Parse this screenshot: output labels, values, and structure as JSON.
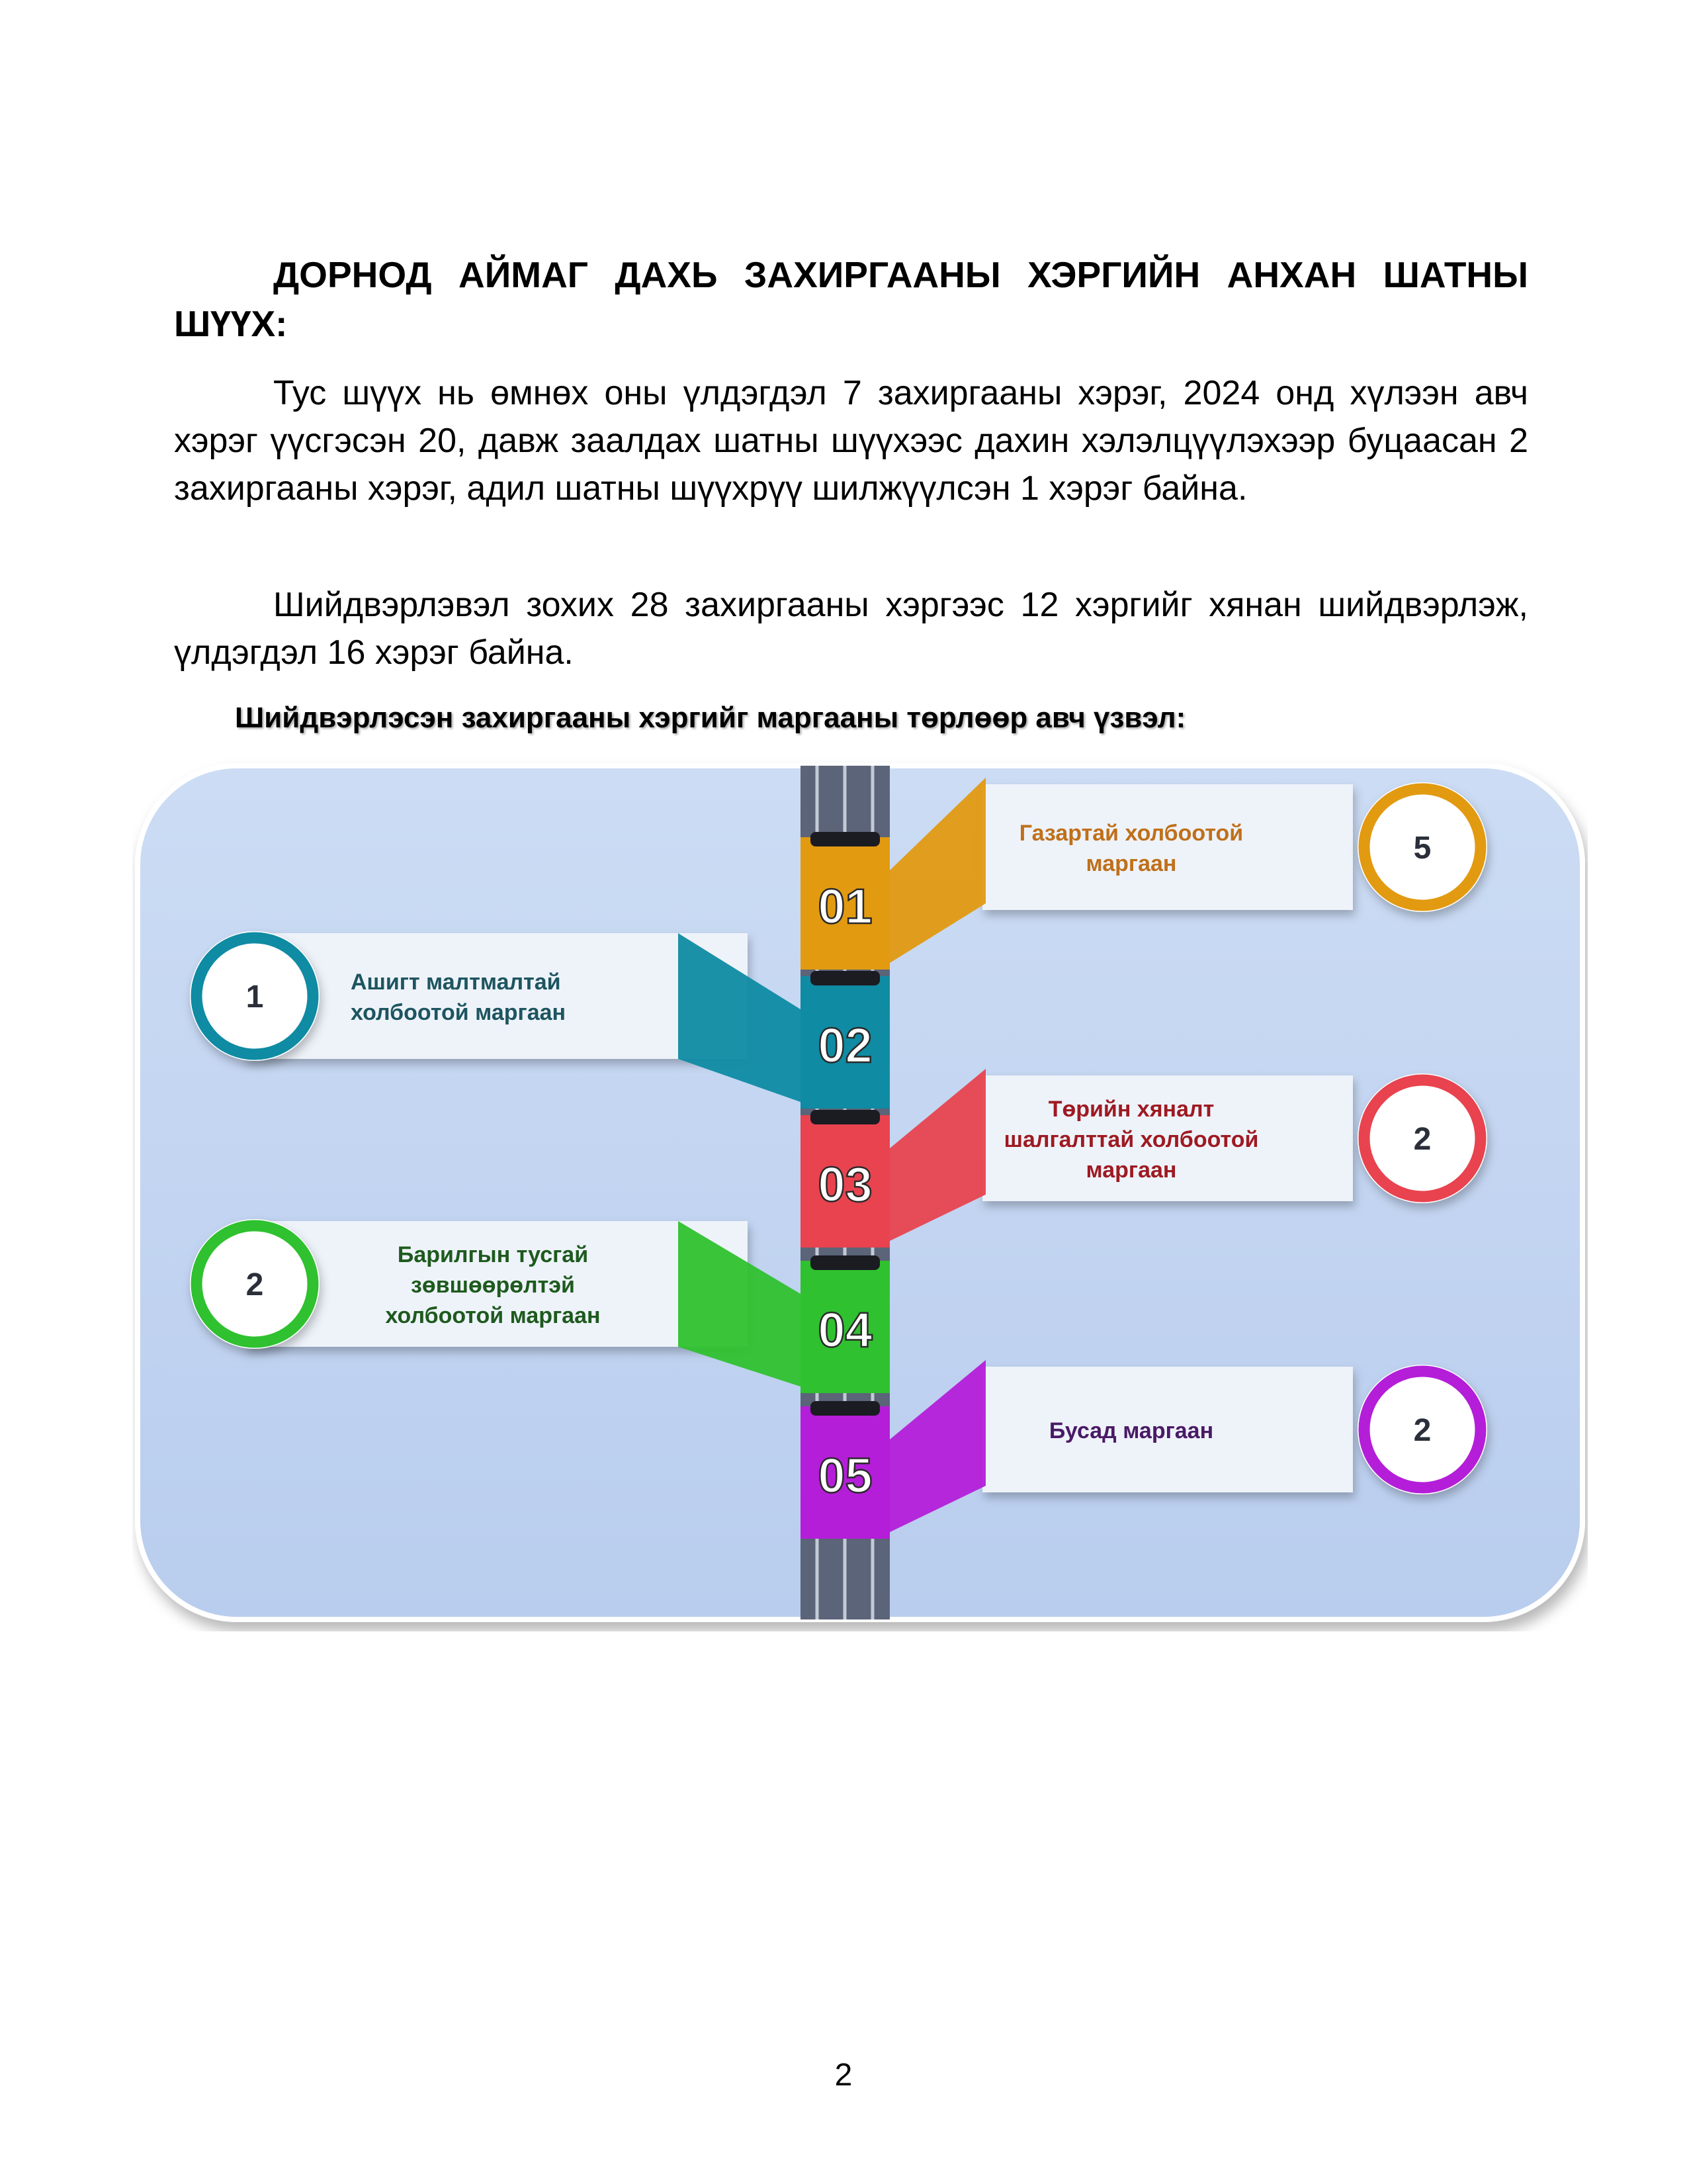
{
  "heading": "ДОРНОД АЙМАГ ДАХЬ ЗАХИРГААНЫ ХЭРГИЙН АНХАН ШАТНЫ ШҮҮХ:",
  "paragraph1": "Тус шүүх нь өмнөх оны үлдэгдэл 7 захиргааны хэрэг, 2024 онд хүлээн авч хэрэг үүсгэсэн 20, давж заалдах шатны шүүхээс дахин хэлэлцүүлэхээр буцаасан 2 захиргааны хэрэг, адил шатны шүүхрүү шилжүүлсэн 1 хэрэг байна.",
  "paragraph2": "Шийдвэрлэвэл зохих 28 захиргааны хэргээс 12 хэргийг хянан шийдвэрлэж, үлдэгдэл 16 хэрэг байна.",
  "caption": "Шийдвэрлэсэн захиргааны хэргийг маргааны төрлөөр авч үзвэл:",
  "infographic": {
    "items": [
      {
        "step": "01",
        "side": "right",
        "color": "#e29a11",
        "label_lines": [
          "Газартай холбоотой",
          "маргаан"
        ],
        "label_color": "#c0701a",
        "count": "5"
      },
      {
        "step": "02",
        "side": "left",
        "color": "#0f8ba3",
        "label_lines": [
          "Ашигт малтмалтай",
          "холбоотой маргаан"
        ],
        "label_color": "#1d5560",
        "count": "1"
      },
      {
        "step": "03",
        "side": "right",
        "color": "#e8434f",
        "label_lines": [
          "Төрийн хяналт",
          "шалгалттай холбоотой",
          "маргаан"
        ],
        "label_color": "#9e1a22",
        "count": "2"
      },
      {
        "step": "04",
        "side": "left",
        "color": "#2fc12f",
        "label_lines": [
          "Барилгын тусгай",
          "зөвшөөрөлтэй",
          "холбоотой маргаан"
        ],
        "label_color": "#1e5a1e",
        "count": "2"
      },
      {
        "step": "05",
        "side": "right",
        "color": "#b41ed8",
        "label_lines": [
          "Бусад маргаан"
        ],
        "label_color": "#4a1a66",
        "count": "2"
      }
    ]
  },
  "page_number": "2"
}
